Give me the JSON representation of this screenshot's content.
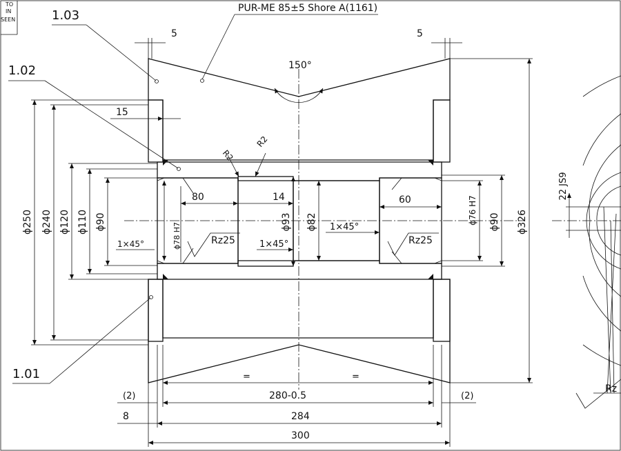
{
  "stamp": [
    "TO",
    "IN",
    "SEEN"
  ],
  "material_note": "PUR-ME 85±5 Shore A(1161)",
  "parts": {
    "p103": "1.03",
    "p102": "1.02",
    "p101": "1.01"
  },
  "angle": "150°",
  "dims": {
    "top_left": "5",
    "top_right": "5",
    "d15": "15",
    "r1": "R2",
    "r2": "R2",
    "d80": "80",
    "d14": "14",
    "d60": "60",
    "dia250": "ϕ250",
    "dia240": "ϕ240",
    "dia120": "ϕ120",
    "dia110": "ϕ110",
    "dia90_left": "ϕ90",
    "dia78": "ϕ78 H7",
    "dia93": "ϕ93",
    "dia82": "ϕ82",
    "dia76": "ϕ76 H7",
    "dia90_right": "ϕ90",
    "dia326": "ϕ326",
    "keyway": "22 JS9",
    "chamfer_left": "1×45°",
    "chamfer_mid": "1×45°",
    "chamfer_center": "1×45°",
    "rz_left": "Rz25",
    "rz_right": "Rz25",
    "rz_edge": "Rz",
    "eq_left": "=",
    "eq_right": "=",
    "paren_left": "(2)",
    "paren_right": "(2)",
    "d280": "280-0.5",
    "d8": "8",
    "d284": "284",
    "d300": "300"
  }
}
